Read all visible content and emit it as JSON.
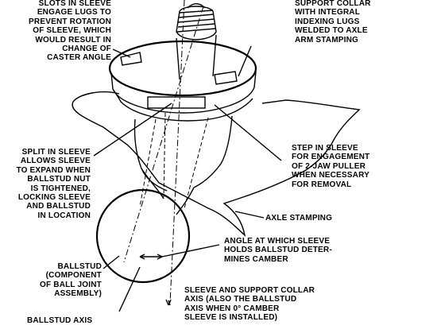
{
  "labels": {
    "slots_sleeve": [
      "SLOTS IN SLEEVE",
      "ENGAGE LUGS TO",
      "PREVENT ROTATION",
      "OF SLEEVE, WHICH",
      "WOULD RESULT IN",
      "CHANGE OF",
      "CASTER ANGLE"
    ],
    "support_collar": [
      "SUPPORT COLLAR",
      "WITH INTEGRAL",
      "INDEXING LUGS",
      "WELDED TO AXLE",
      "ARM STAMPING"
    ],
    "split_sleeve": [
      "SPLIT IN SLEEVE",
      "ALLOWS SLEEVE",
      "TO EXPAND WHEN",
      "BALLSTUD NUT",
      "IS TIGHTENED,",
      "LOCKING SLEEVE",
      "AND BALLSTUD",
      "IN LOCATION"
    ],
    "step_sleeve": [
      "STEP IN SLEEVE",
      "FOR ENGAGEMENT",
      "OF 2-JAW PULLER",
      "WHEN NECESSARY",
      "FOR REMOVAL"
    ],
    "axle_stamping": [
      "AXLE STAMPING"
    ],
    "angle_camber": [
      "ANGLE AT WHICH SLEEVE",
      "HOLDS BALLSTUD DETER-",
      "MINES CAMBER"
    ],
    "ballstud": [
      "BALLSTUD",
      "(COMPONENT",
      "OF BALL JOINT",
      "ASSEMBLY)"
    ],
    "ballstud_axis": [
      "BALLSTUD AXIS"
    ],
    "sleeve_axis": [
      "SLEEVE AND SUPPORT COLLAR",
      "AXIS  (ALSO THE BALLSTUD",
      "AXIS WHEN 0° CAMBER",
      "SLEEVE IS INSTALLED)"
    ]
  }
}
